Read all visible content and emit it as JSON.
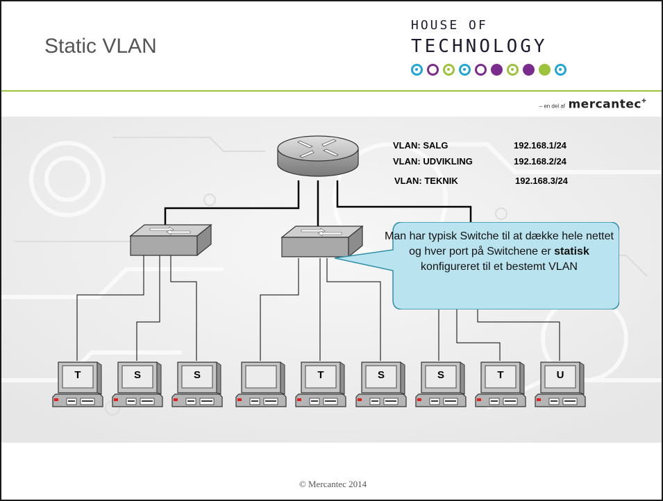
{
  "slide": {
    "title": "Static VLAN",
    "logo": {
      "line1": "HOUSE OF",
      "line2": "TECHNOLOGY",
      "dots": [
        {
          "color": "#1fa5d6",
          "style": "inner"
        },
        {
          "color": "#7a2c8c",
          "style": "ring"
        },
        {
          "color": "#9dc23b",
          "style": "inner"
        },
        {
          "color": "#1fa5d6",
          "style": "inner"
        },
        {
          "color": "#7a2c8c",
          "style": "ring"
        },
        {
          "color": "#7a2c8c",
          "style": "fill"
        },
        {
          "color": "#9dc23b",
          "style": "inner"
        },
        {
          "color": "#7a2c8c",
          "style": "fill"
        },
        {
          "color": "#9dc23b",
          "style": "fill"
        },
        {
          "color": "#1fa5d6",
          "style": "inner"
        }
      ]
    },
    "tagline_prefix": "– en del af",
    "tagline_brand": "mercantec",
    "tagline_plus": "+",
    "accent_color": "#9dc23b",
    "footer": "© Mercantec 2014"
  },
  "vlans": [
    {
      "name": "VLAN:  SALG",
      "network": "192.168.1/24"
    },
    {
      "name": "VLAN:  UDVIKLING",
      "network": "192.168.2/24"
    },
    {
      "name": "VLAN:  TEKNIK",
      "network": "192.168.3/24"
    }
  ],
  "callout": {
    "text_before": "Man har typisk Switche til at dække hele nettet og hver port på Switchene er ",
    "text_bold": "statisk",
    "text_after": " konfigureret til et bestemt VLAN",
    "fill_color": "#b9e3ee"
  },
  "diagram": {
    "router_icon": "router-icon",
    "switch_icon": "switch-icon",
    "pc_icon": "computer-icon",
    "computers": [
      {
        "label": "T"
      },
      {
        "label": "S"
      },
      {
        "label": "S"
      },
      {
        "label": ""
      },
      {
        "label": "T"
      },
      {
        "label": "S"
      },
      {
        "label": "S"
      },
      {
        "label": "T"
      },
      {
        "label": "U"
      }
    ]
  }
}
